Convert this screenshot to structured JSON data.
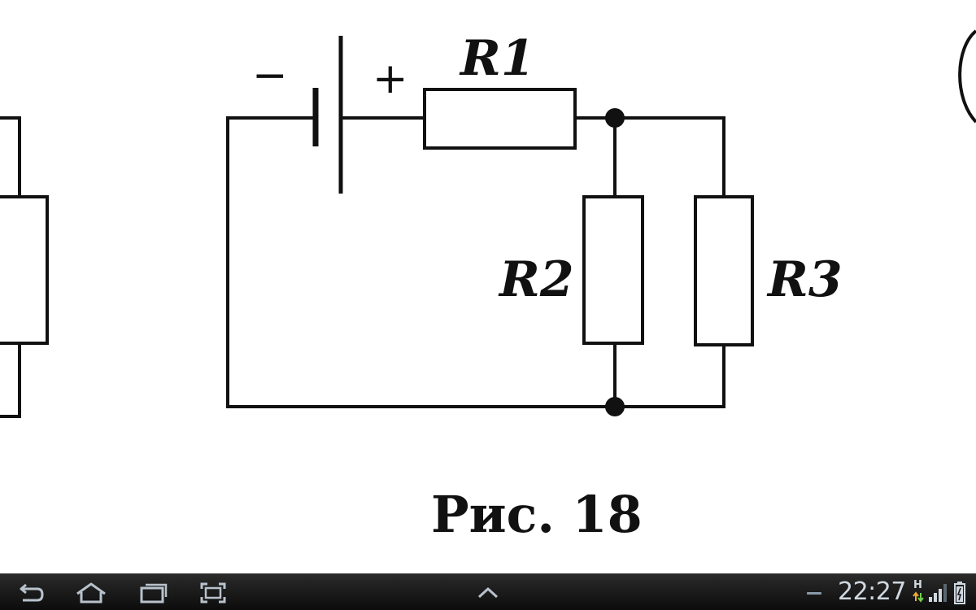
{
  "diagram": {
    "labels": {
      "r1": "R1",
      "r2": "R2",
      "r3": "R3",
      "minus": "−",
      "plus": "+"
    },
    "caption": "Рис. 18"
  },
  "statusbar": {
    "time": "22:27",
    "network": "H",
    "icons": [
      "back-icon",
      "home-icon",
      "recent-apps-icon",
      "screenshot-icon",
      "up-chevron-icon",
      "network-activity-icon",
      "signal-icon",
      "battery-icon"
    ]
  },
  "colors": {
    "ink": "#111111",
    "navbar": "#1a1a1a",
    "navicon": "#b8c2cc",
    "network_up": "#f0a830",
    "network_down": "#6fd04a"
  }
}
